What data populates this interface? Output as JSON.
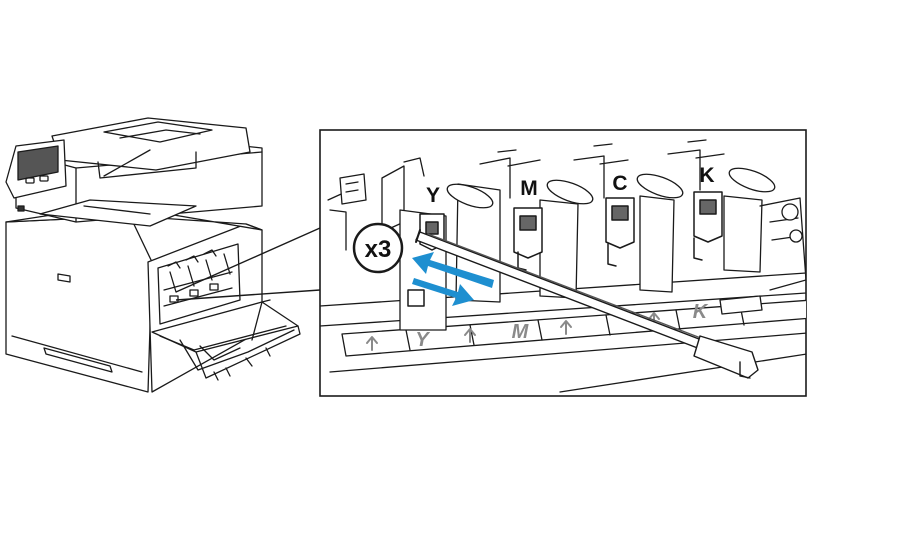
{
  "colors": {
    "line": "#1a1a1a",
    "arrow_blue": "#1e8fd0",
    "tray_label_gray": "#8a8a8a",
    "printer_screen": "#555555"
  },
  "figure": {
    "printer": {
      "icon": "multifunction-printer-icon"
    },
    "callout": {
      "repeat_badge": "x3",
      "cartridge_labels": [
        "Y",
        "M",
        "C",
        "K"
      ],
      "tray_labels": [
        "Y",
        "M",
        "K"
      ],
      "tool": "cleaning-rod-icon",
      "motion": "double-arrow-icon"
    }
  }
}
